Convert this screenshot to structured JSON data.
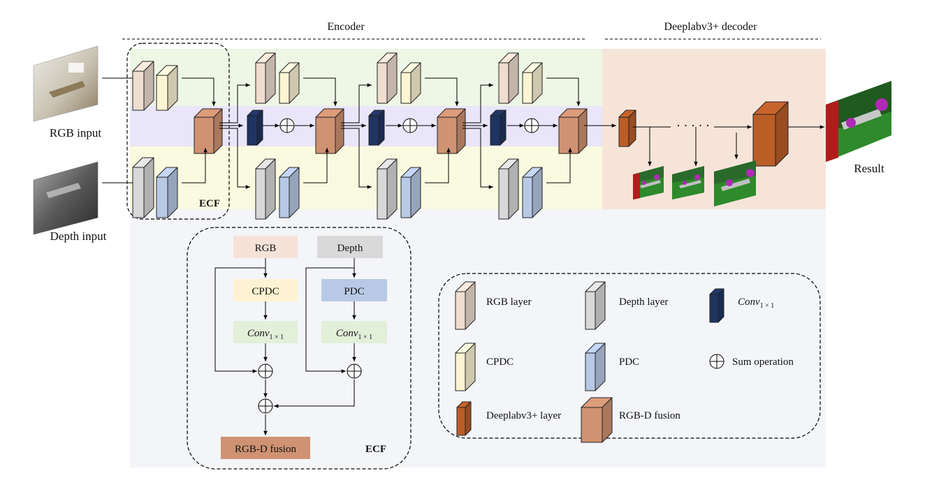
{
  "encoder_title": "Encoder",
  "decoder_title": "Deeplabv3+ decoder",
  "inputs": {
    "rgb": "RGB input",
    "depth": "Depth input"
  },
  "result_label": "Result",
  "ecf_label": "ECF",
  "ecf_detail": {
    "rgb": "RGB",
    "depth": "Depth",
    "cpdc": "CPDC",
    "pdc": "PDC",
    "conv_base": "Conv",
    "conv_sub": "1 × 1",
    "fusion": "RGB-D fusion",
    "ecf": "ECF"
  },
  "legend": {
    "rgb_layer": "RGB layer",
    "depth_layer": "Depth layer",
    "conv_base": "Conv",
    "conv_sub": "1 × 1",
    "cpdc": "CPDC",
    "pdc": "PDC",
    "sum": "Sum operation",
    "deeplab": "Deeplabv3+ layer",
    "fusion": "RGB-D fusion"
  },
  "colors": {
    "rgb_layer": "#efddd0",
    "cpdc": "#fdf4d4",
    "depth_layer": "#d8d8d8",
    "pdc": "#b8c9e5",
    "conv": "#1f3461",
    "fusion": "#cf9272",
    "deeplab": "#bb5d27",
    "band_rgb": "#eef6e5",
    "band_mid": "#e9e6fa",
    "band_depth": "#fafae0",
    "decoder_bg": "#f7e4d9",
    "detail_bg": "#f3f5f8"
  }
}
